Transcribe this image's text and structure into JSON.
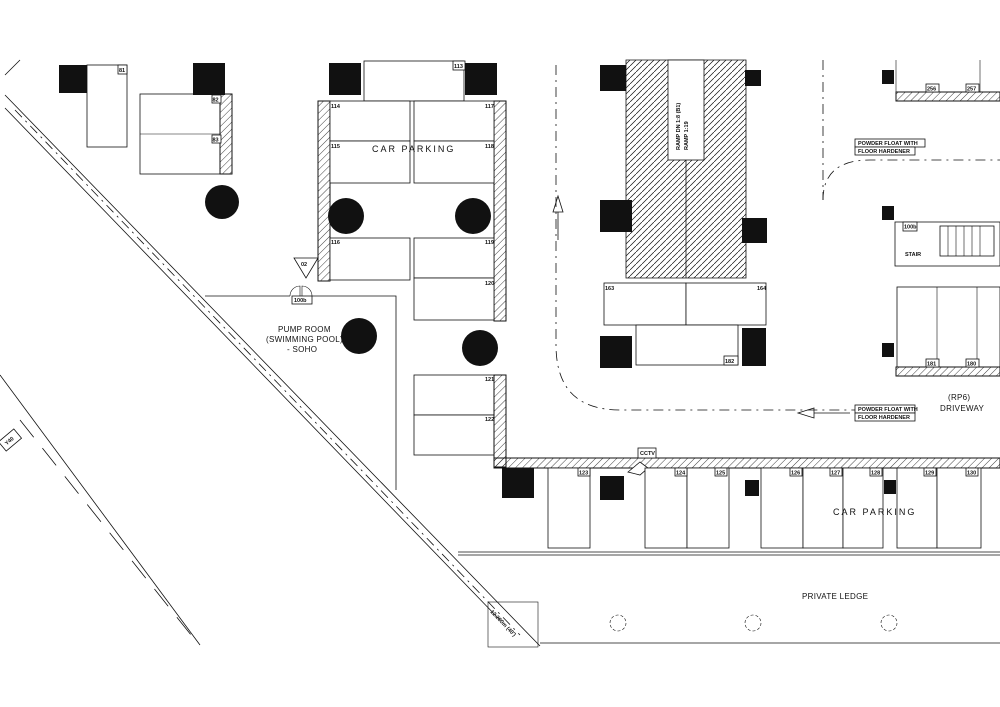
{
  "labels": {
    "car_parking_upper": "CAR PARKING",
    "car_parking_lower": "CAR PARKING",
    "pump_room_1": "PUMP ROOM",
    "pump_room_2": "(SWIMMING POOL)",
    "pump_room_3": "- SOHO",
    "ramp_1": "RAMP DN 1:8 (B1)",
    "ramp_2": "RAMP 1:19",
    "powder_float_1a": "POWDER FLOAT WITH",
    "powder_float_1b": "FLOOR HARDENER",
    "powder_float_2a": "POWDER FLOAT WITH",
    "powder_float_2b": "FLOOR HARDENER",
    "rp6": "(RP6)",
    "driveway": "DRIVEWAY",
    "private_ledge": "PRIVATE LEDGE",
    "cctv": "CCTV",
    "section_marker": "02",
    "door_tag_1": "100b",
    "door_tag_2": "100b",
    "dimension": "12.200m (40')",
    "stair": "STAIR",
    "side_tag": "Y40"
  },
  "bays": [
    {
      "num": "81"
    },
    {
      "num": "82"
    },
    {
      "num": "83"
    },
    {
      "num": "113"
    },
    {
      "num": "114"
    },
    {
      "num": "115"
    },
    {
      "num": "116"
    },
    {
      "num": "117"
    },
    {
      "num": "118"
    },
    {
      "num": "119"
    },
    {
      "num": "120"
    },
    {
      "num": "121"
    },
    {
      "num": "122"
    },
    {
      "num": "123"
    },
    {
      "num": "124"
    },
    {
      "num": "125"
    },
    {
      "num": "126"
    },
    {
      "num": "127"
    },
    {
      "num": "128"
    },
    {
      "num": "129"
    },
    {
      "num": "130"
    },
    {
      "num": "163"
    },
    {
      "num": "164"
    },
    {
      "num": "182"
    },
    {
      "num": "181"
    },
    {
      "num": "180"
    },
    {
      "num": "256"
    },
    {
      "num": "257"
    }
  ]
}
